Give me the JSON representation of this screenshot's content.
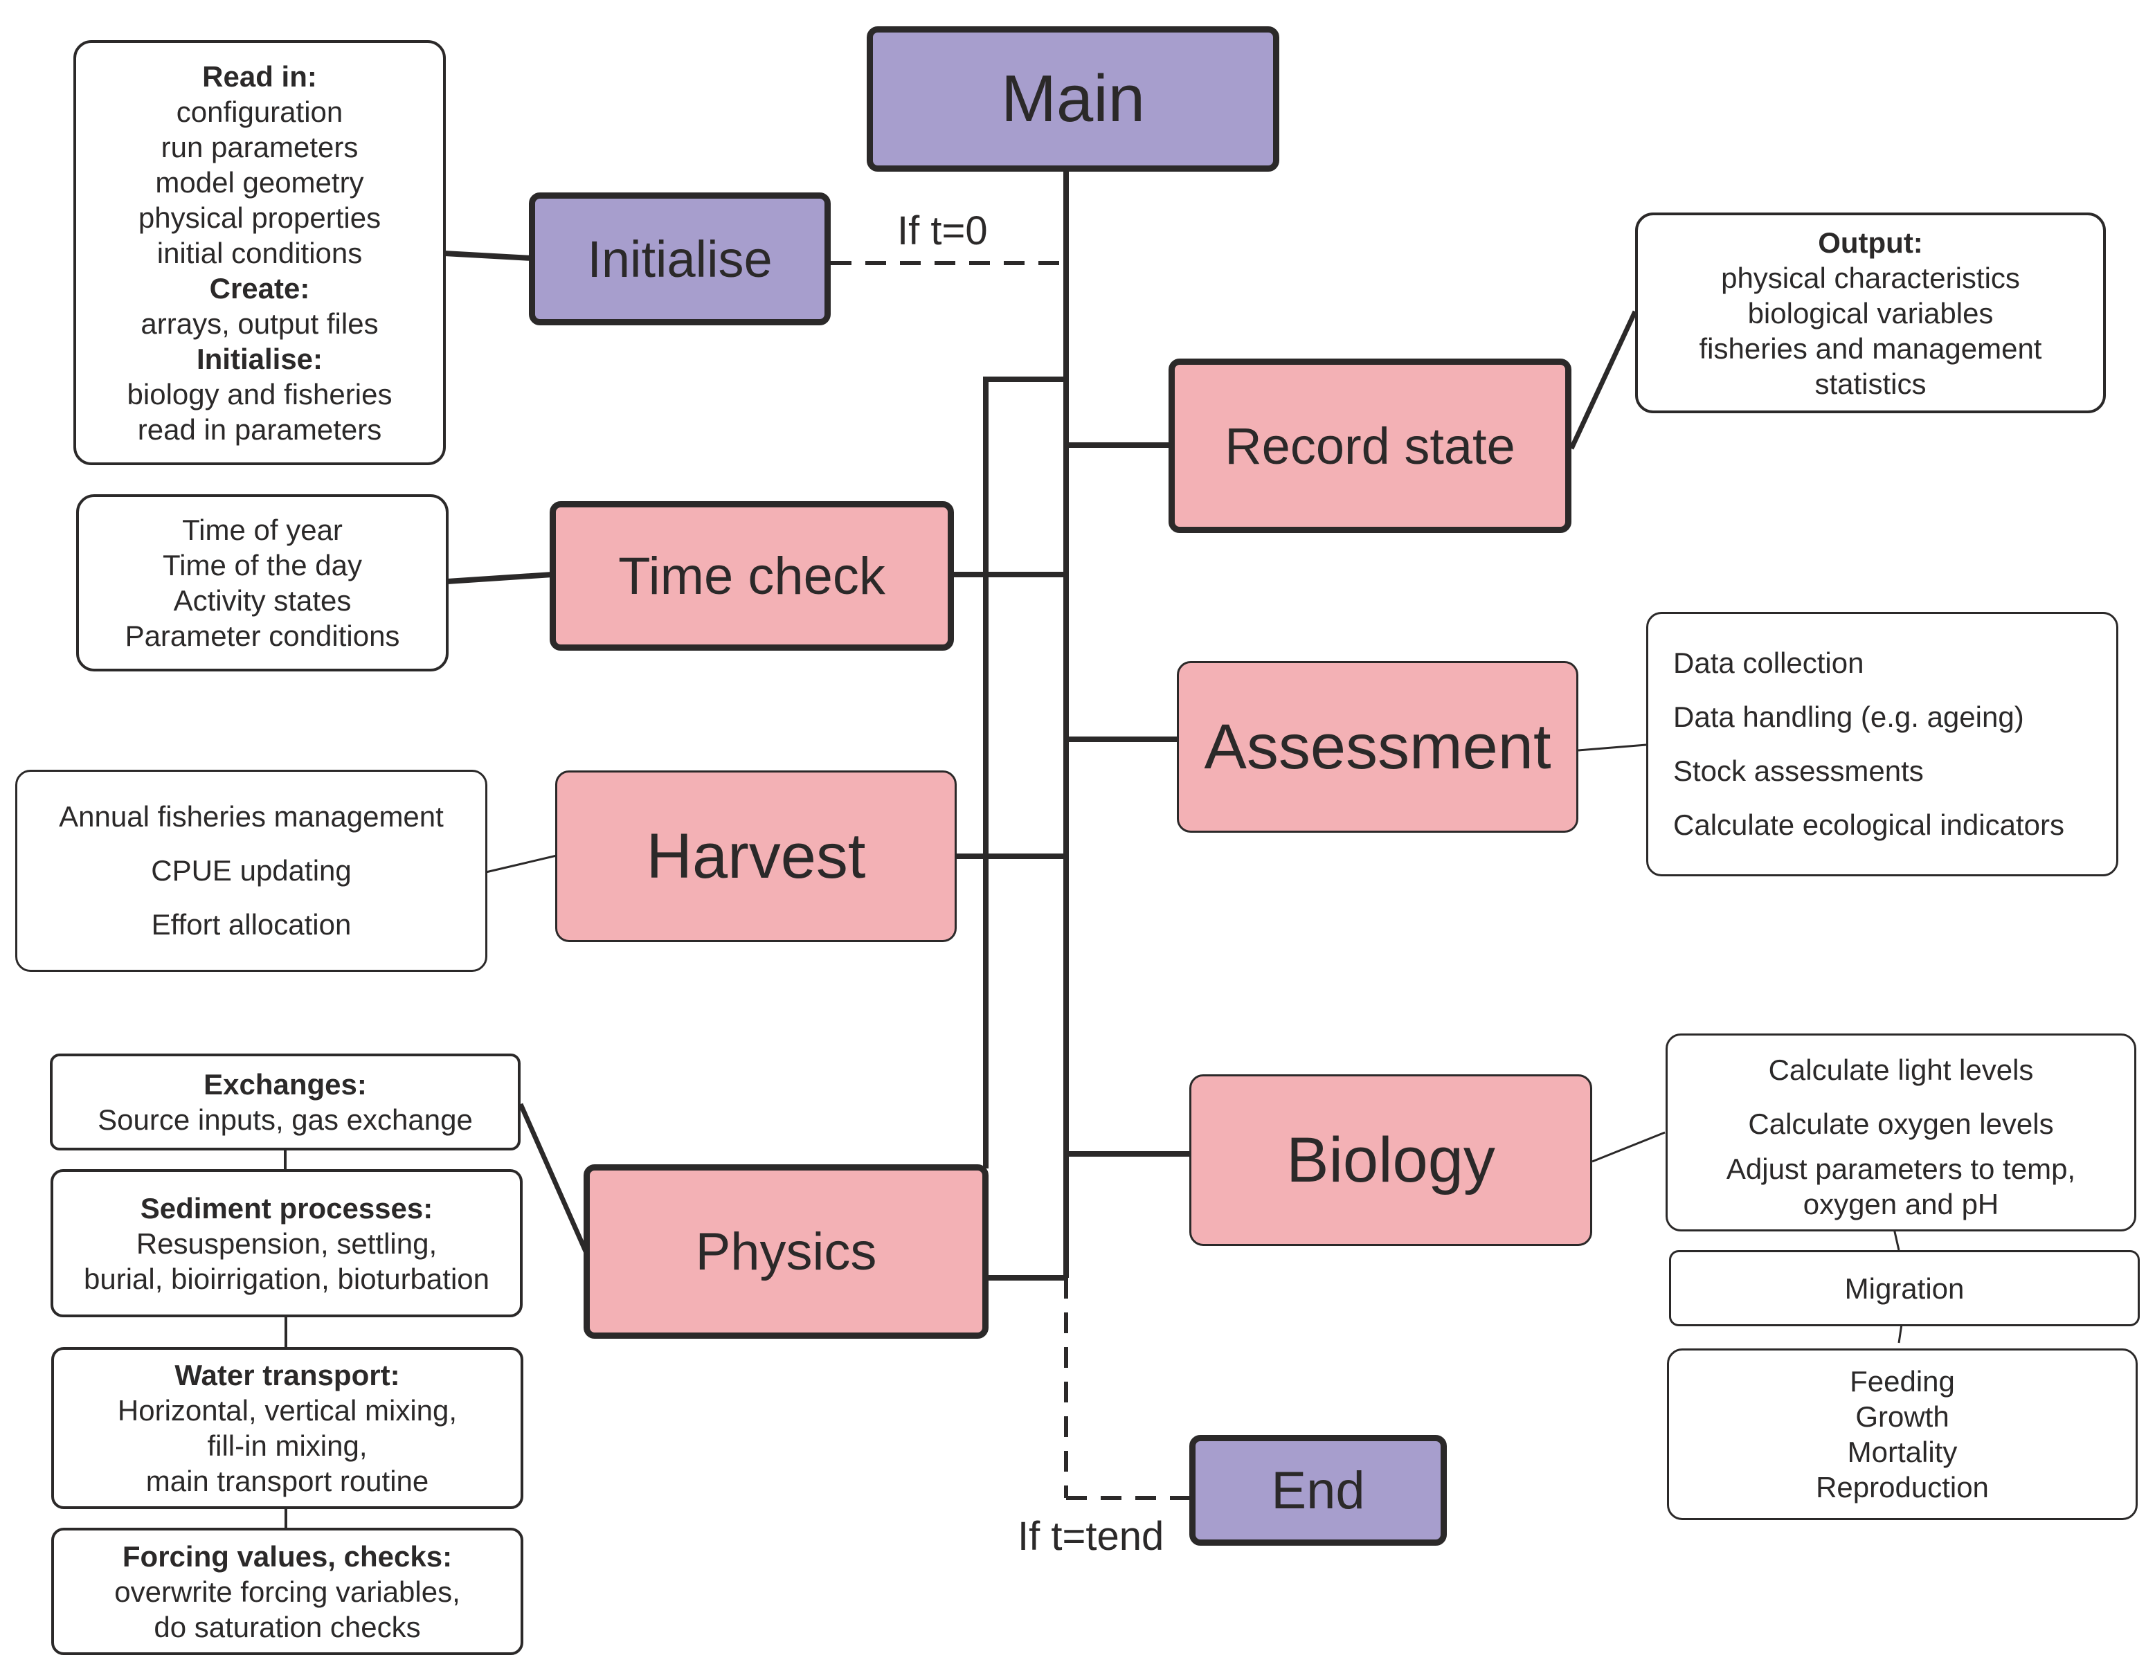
{
  "diagram": {
    "colors": {
      "control_node": "#a79ecd",
      "process_node": "#f3b1b5",
      "stroke": "#2b2929",
      "note_fill": "#ffffff"
    },
    "nodes": {
      "main": "Main",
      "initialise": "Initialise",
      "record_state": "Record state",
      "time_check": "Time check",
      "assessment": "Assessment",
      "harvest": "Harvest",
      "biology": "Biology",
      "physics": "Physics",
      "end": "End"
    },
    "edge_labels": {
      "if_t0": "If t=0",
      "if_tend": "If t=tend"
    },
    "notes": {
      "initialise": [
        {
          "text": "Read in:",
          "bold": true
        },
        {
          "text": "configuration",
          "bold": false
        },
        {
          "text": "run parameters",
          "bold": false
        },
        {
          "text": "model geometry",
          "bold": false
        },
        {
          "text": "physical properties",
          "bold": false
        },
        {
          "text": "initial conditions",
          "bold": false
        },
        {
          "text": "Create:",
          "bold": true
        },
        {
          "text": "arrays, output files",
          "bold": false
        },
        {
          "text": "Initialise:",
          "bold": true
        },
        {
          "text": "biology and fisheries",
          "bold": false
        },
        {
          "text": "read in parameters",
          "bold": false
        }
      ],
      "record_state": [
        {
          "text": "Output:",
          "bold": true
        },
        {
          "text": "physical characteristics",
          "bold": false
        },
        {
          "text": "biological variables",
          "bold": false
        },
        {
          "text": "fisheries and management",
          "bold": false
        },
        {
          "text": "statistics",
          "bold": false
        }
      ],
      "time_check": [
        "Time of year",
        "Time of the day",
        "Activity states",
        "Parameter conditions"
      ],
      "assessment": [
        "Data collection",
        "Data handling (e.g. ageing)",
        "Stock assessments",
        "Calculate ecological indicators"
      ],
      "harvest": [
        "Annual fisheries management",
        "CPUE updating",
        "Effort allocation"
      ],
      "biology_env": [
        "Calculate light levels",
        "Calculate oxygen levels",
        "Adjust parameters to temp,",
        "oxygen and pH"
      ],
      "biology_migration": [
        "Migration"
      ],
      "biology_processes": [
        "Feeding",
        "Growth",
        "Mortality",
        "Reproduction"
      ],
      "physics_exchanges": [
        {
          "text": "Exchanges:",
          "bold": true
        },
        {
          "text": "Source inputs, gas exchange",
          "bold": false
        }
      ],
      "physics_sediment": [
        {
          "text": "Sediment processes:",
          "bold": true
        },
        {
          "text": "Resuspension, settling,",
          "bold": false
        },
        {
          "text": "burial, bioirrigation, bioturbation",
          "bold": false
        }
      ],
      "physics_water": [
        {
          "text": "Water transport:",
          "bold": true
        },
        {
          "text": "Horizontal, vertical mixing,",
          "bold": false
        },
        {
          "text": "fill-in mixing,",
          "bold": false
        },
        {
          "text": "main transport routine",
          "bold": false
        }
      ],
      "physics_forcing": [
        {
          "text": "Forcing values, checks:",
          "bold": true
        },
        {
          "text": "overwrite forcing variables,",
          "bold": false
        },
        {
          "text": "do saturation checks",
          "bold": false
        }
      ]
    }
  }
}
